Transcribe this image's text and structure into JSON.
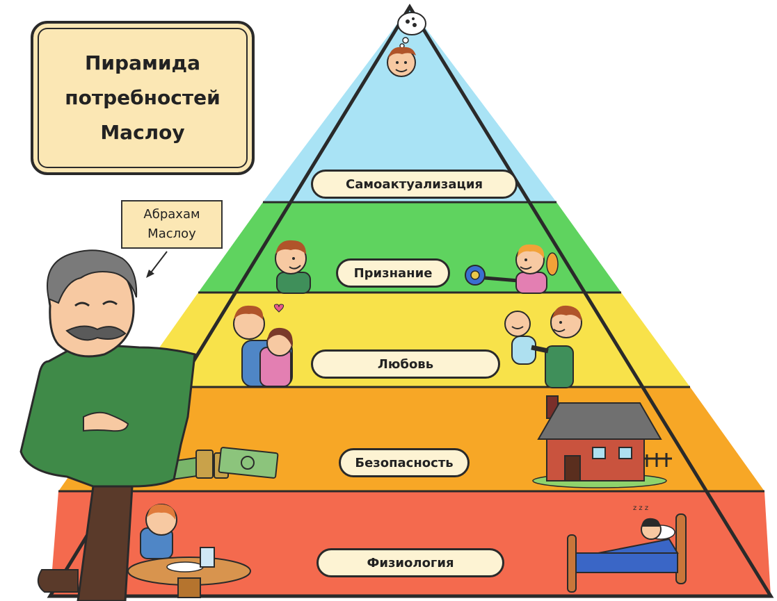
{
  "title": "Пирамида\nпотребностей\nМаслоу",
  "author_label": "Абрахам\nМаслоу",
  "levels": [
    {
      "label": "Самоактуализация",
      "color": "#a9e3f5"
    },
    {
      "label": "Признание",
      "color": "#5fd35f"
    },
    {
      "label": "Любовь",
      "color": "#f8e24a"
    },
    {
      "label": "Безопасность",
      "color": "#f7a726"
    },
    {
      "label": "Физиология",
      "color": "#f46a4e"
    }
  ],
  "icons": {
    "thought": "thought-bubble-icon",
    "person": "person-icon",
    "money": "money-icon",
    "house": "house-icon",
    "food": "food-table-icon",
    "bed": "bed-icon",
    "heart": "heart-icon",
    "medal": "medal-icon"
  }
}
